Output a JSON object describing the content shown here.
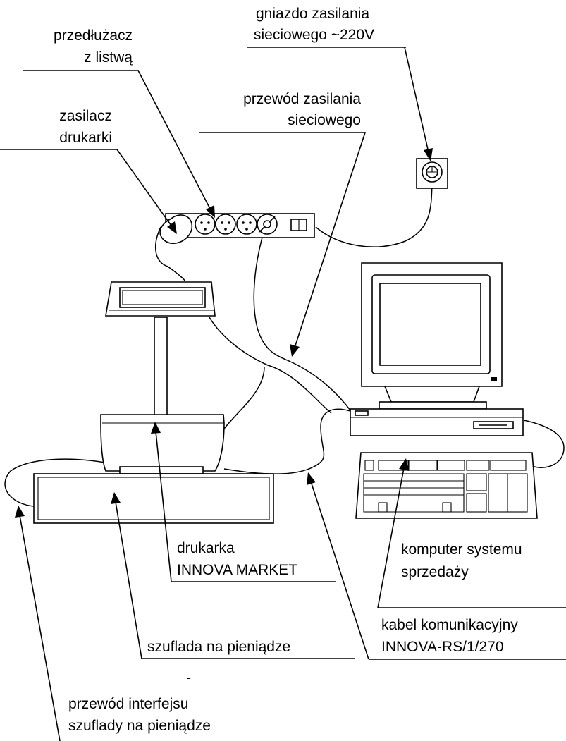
{
  "labels": {
    "wall_socket": [
      "gniazdo zasilania",
      "sieciowego ~220V"
    ],
    "extension": [
      "przedłużacz",
      "z listwą"
    ],
    "mains_cable": [
      "przewód zasilania",
      "sieciowego"
    ],
    "printer_psu": [
      "zasilacz",
      "drukarki"
    ],
    "printer": [
      "drukarka",
      "INNOVA MARKET"
    ],
    "computer": [
      "komputer systemu",
      "sprzedaży"
    ],
    "comm_cable": [
      "kabel komunikacyjny",
      "INNOVA-RS/1/270"
    ],
    "drawer": [
      "szuflada na pieniądze"
    ],
    "drawer_cable": [
      "przewód interfejsu",
      "szuflady na pieniądze"
    ],
    "dash": "-"
  }
}
